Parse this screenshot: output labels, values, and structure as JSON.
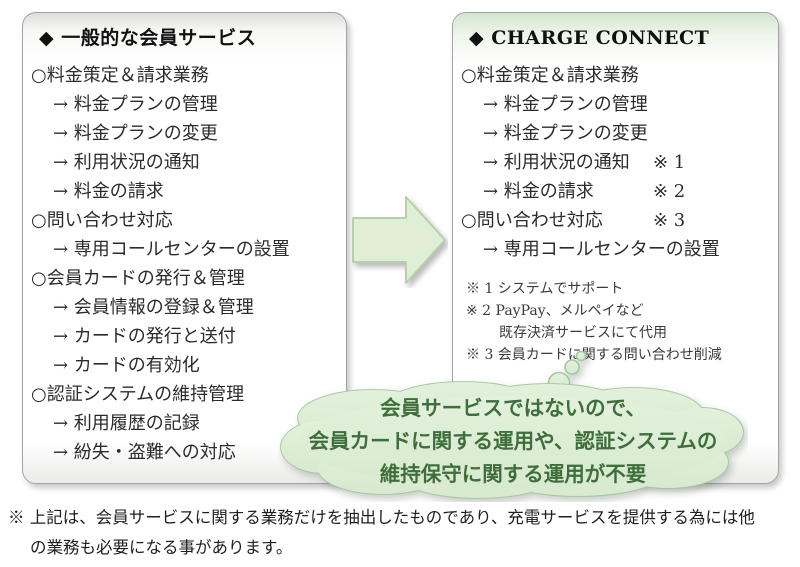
{
  "colors": {
    "panel_border": "#a3a3a3",
    "left_panel_top_tint": "#dcdcda",
    "right_panel_top_tint": "#d5e5d1",
    "arrow_fill": "#e0eed6",
    "arrow_stroke": "#b7d1a6",
    "cloud_fill_light": "#e3f1dc",
    "cloud_fill_dark": "#d7e9cf",
    "cloud_stroke": "#a5c79c",
    "cloud_text_green": "#3d6e3b"
  },
  "left_panel": {
    "title": "◆ 一般的な会員サービス",
    "items": [
      {
        "t": "○料金策定＆請求業務"
      },
      {
        "t": "→ 料金プランの管理"
      },
      {
        "t": "→ 料金プランの変更"
      },
      {
        "t": "→ 利用状況の通知"
      },
      {
        "t": "→ 料金の請求"
      },
      {
        "t": "○問い合わせ対応"
      },
      {
        "t": "→ 専用コールセンターの設置"
      },
      {
        "t": "○会員カードの発行＆管理"
      },
      {
        "t": "→ 会員情報の登録＆管理"
      },
      {
        "t": "→ カードの発行と送付"
      },
      {
        "t": "→ カードの有効化"
      },
      {
        "t": "○認証システムの維持管理"
      },
      {
        "t": "→ 利用履歴の記録"
      },
      {
        "t": "→ 紛失・盗難への対応"
      }
    ]
  },
  "right_panel": {
    "title": "◆ CHARGE CONNECT",
    "items": [
      {
        "t": "○料金策定＆請求業務",
        "note": ""
      },
      {
        "t": "→ 料金プランの管理",
        "note": ""
      },
      {
        "t": "→ 料金プランの変更",
        "note": ""
      },
      {
        "t": "→ 利用状況の通知",
        "note": "※ 1"
      },
      {
        "t": "→ 料金の請求",
        "note": "※ 2"
      },
      {
        "t": "○問い合わせ対応",
        "note": "※ 3"
      },
      {
        "t": "→ 専用コールセンターの設置",
        "note": ""
      }
    ],
    "footnotes": [
      "※ 1 システムでサポート",
      "※ 2 PayPay、メルペイなど",
      "既存決済サービスにて代用",
      "※ 3 会員カードに関する問い合わせ削減"
    ]
  },
  "cloud": {
    "lines": [
      "会員サービスではないので、",
      "会員カードに関する運用や、認証システムの",
      "維持保守に関する運用が不要"
    ]
  },
  "bottom_note": {
    "line1": "※ 上記は、会員サービスに関する業務だけを抽出したものであり、充電サービスを提供する為には他",
    "line2": "の業務も必要になる事があります。"
  }
}
